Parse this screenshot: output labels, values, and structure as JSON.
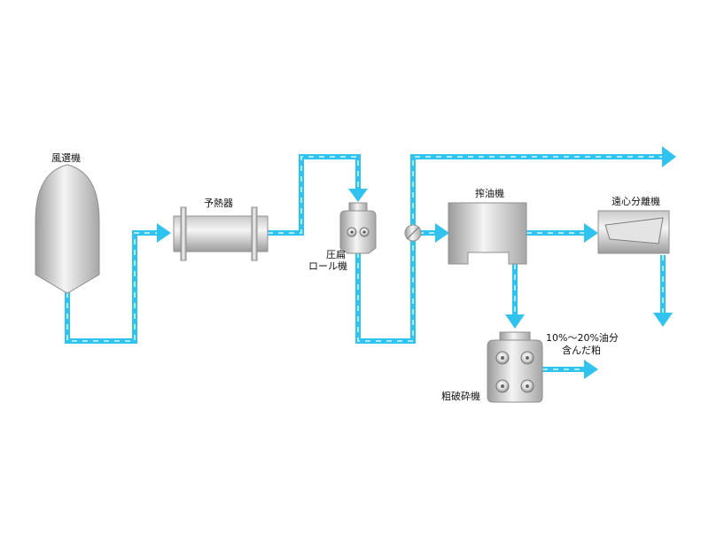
{
  "labels": {
    "air_classifier": "風選機",
    "preheater": "予熱器",
    "flaking_roll": [
      "圧扁",
      "ロール機"
    ],
    "expeller": "搾油機",
    "centrifuge": "遠心分離機",
    "crusher": "粗破砕機",
    "cake_note": [
      "10%〜20%油分",
      "含んだ粕"
    ]
  },
  "colors": {
    "pipe": "#31c3f0",
    "pipe_light": "#a9ecff",
    "metal_dark": "#9a9a9a",
    "metal_light": "#f2f2f2",
    "label": "#111111"
  }
}
